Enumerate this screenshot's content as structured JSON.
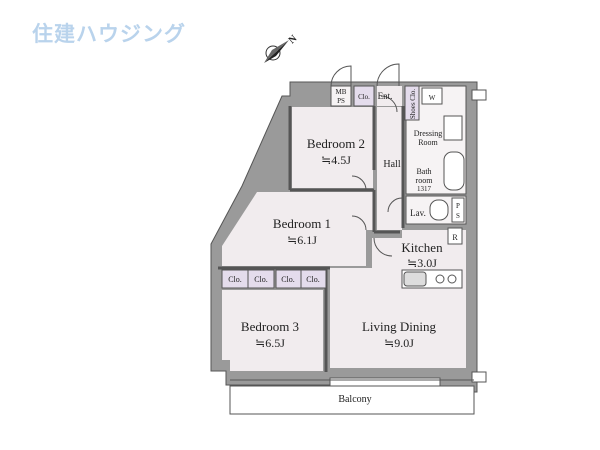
{
  "brand": {
    "logo_text": "住建ハウジング"
  },
  "compass": {
    "label": "N"
  },
  "colors": {
    "room": "#f1ecee",
    "wall": "#9a9a9a",
    "closet": "#e4dcec",
    "outline": "#555555"
  },
  "rooms": {
    "bedroom2": {
      "name": "Bedroom 2",
      "size": "≒4.5J"
    },
    "bedroom1": {
      "name": "Bedroom 1",
      "size": "≒6.1J"
    },
    "bedroom3": {
      "name": "Bedroom 3",
      "size": "≒6.5J"
    },
    "kitchen": {
      "name": "Kitchen",
      "size": "≒3.0J"
    },
    "living": {
      "name": "Living Dining",
      "size": "≒9.0J"
    },
    "hall": "Hall",
    "entrance": "Ent.",
    "dressing_line1": "Dressing",
    "dressing_line2": "Room",
    "bath_line1": "Bath",
    "bath_line2": "room",
    "bath_code": "1317",
    "lavatory": "Lav.",
    "balcony": "Balcony"
  },
  "closets": {
    "mb_line1": "MB",
    "mb_line2": "PS",
    "entry_clo": "Clo.",
    "shoes_clo": "Shoes Clo.",
    "bed1_clo_a": "Clo.",
    "bed1_clo_b": "Clo.",
    "bed1_clo_c": "Clo.",
    "bed1_clo_d": "Clo."
  },
  "fixtures": {
    "washer": "W",
    "ps_line1": "P",
    "ps_line2": "S",
    "fridge": "R"
  }
}
